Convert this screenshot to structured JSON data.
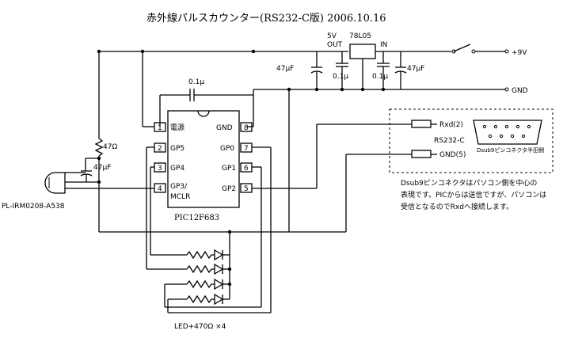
{
  "title": "赤外線パルスカウンター(RS232-C版) 2006.10.16",
  "regulator": {
    "part": "78L05",
    "out_voltage": "5V",
    "out_label": "OUT",
    "in_label": "IN"
  },
  "capacitors": {
    "c_left_value": "47μF",
    "c_out_value": "0.1μ",
    "c_in_value": "0.1μ",
    "c_right_value": "47μF",
    "c_top_value": "0.1μ",
    "c_sensor_value": "47μF"
  },
  "resistor_sensor": "47Ω",
  "supply": {
    "vcc": "+9V",
    "gnd": "GND"
  },
  "sensor": {
    "part": "PL-IRM0208-A538"
  },
  "mcu": {
    "name": "PIC12F683",
    "pins": [
      {
        "num": "1",
        "label": "電源"
      },
      {
        "num": "2",
        "label": "GP5"
      },
      {
        "num": "3",
        "label": "GP4"
      },
      {
        "num": "4",
        "label": "GP3/"
      },
      {
        "num": "8",
        "label": "GND"
      },
      {
        "num": "7",
        "label": "GP0"
      },
      {
        "num": "6",
        "label": "GP1"
      },
      {
        "num": "5",
        "label": "GP2"
      }
    ],
    "pin4_sub": "MCLR"
  },
  "rs232": {
    "label": "RS232-C",
    "rxd": "Rxd(2)",
    "gnd": "GND(5)",
    "connector_caption": "Dsub9ピンコネクタ半田側",
    "note_lines": [
      "Dsub9ピンコネクタはパソコン側を中心の",
      "表現です。PICからは送信ですが、パソコンは",
      "受信となるのでRxdへ接続します。"
    ]
  },
  "led_label": "LED+470Ω ×4"
}
